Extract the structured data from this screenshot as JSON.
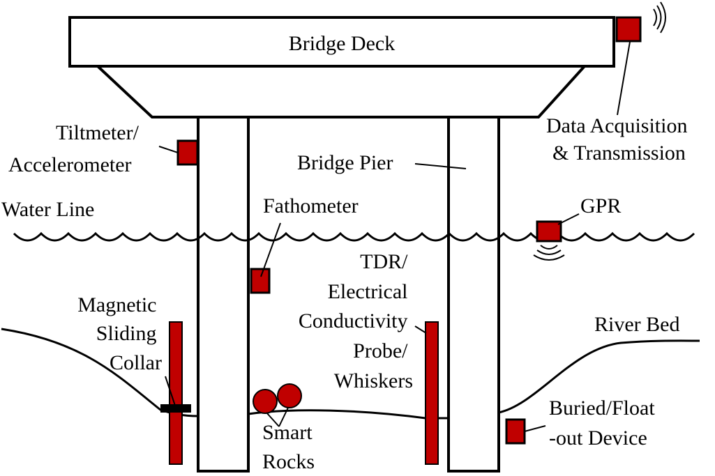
{
  "colors": {
    "sensor": "#C00000",
    "sensor_edge": "#000000",
    "line": "#000000",
    "background": "#FFFFFF"
  },
  "labels": {
    "bridge_deck": "Bridge Deck",
    "data_acquisition": [
      "Data Acquisition",
      "& Transmission"
    ],
    "tiltmeter": [
      "Tiltmeter/",
      "Accelerometer"
    ],
    "bridge_pier": "Bridge Pier",
    "water_line": "Water Line",
    "fathometer": "Fathometer",
    "gpr": "GPR",
    "magnetic_collar": [
      "Magnetic",
      "Sliding",
      "Collar"
    ],
    "tdr_probe": [
      "TDR/",
      "Electrical",
      "Conductivity",
      "Probe/",
      "Whiskers"
    ],
    "river_bed": "River Bed",
    "smart_rocks": [
      "Smart",
      "Rocks"
    ],
    "buried_device": [
      "Buried/Float",
      "-out Device"
    ]
  },
  "icons": {
    "wireless": "wireless-signal-icon",
    "sonar": "sonar-waves-icon"
  }
}
